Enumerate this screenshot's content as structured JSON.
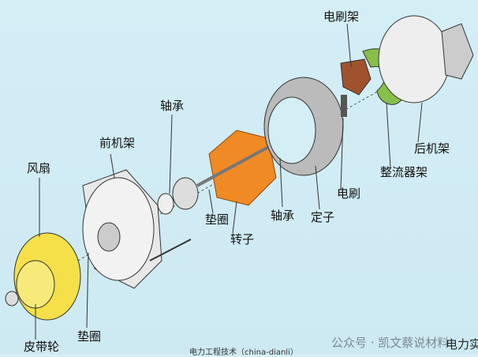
{
  "labels": {
    "brush_holder": "电刷架",
    "bearing_front": "轴承",
    "front_frame": "前机架",
    "fan": "风扇",
    "rear_frame": "后机架",
    "rectifier_frame": "整流器架",
    "brush": "电刷",
    "washer_mid": "垫圈",
    "bearing_rear": "轴承",
    "stator": "定子",
    "rotor": "转子",
    "washer_front": "垫圈",
    "pulley": "皮带轮"
  },
  "caption": "电力工程技术（china-dianli）",
  "watermark": "公众号 · 凯文蔡说材料",
  "watermark_tail": "电力实",
  "colors": {
    "rotor": "#f08a24",
    "pulley": "#f5e04a",
    "rectifier": "#86c04a",
    "brush_holder": "#a0522d"
  }
}
